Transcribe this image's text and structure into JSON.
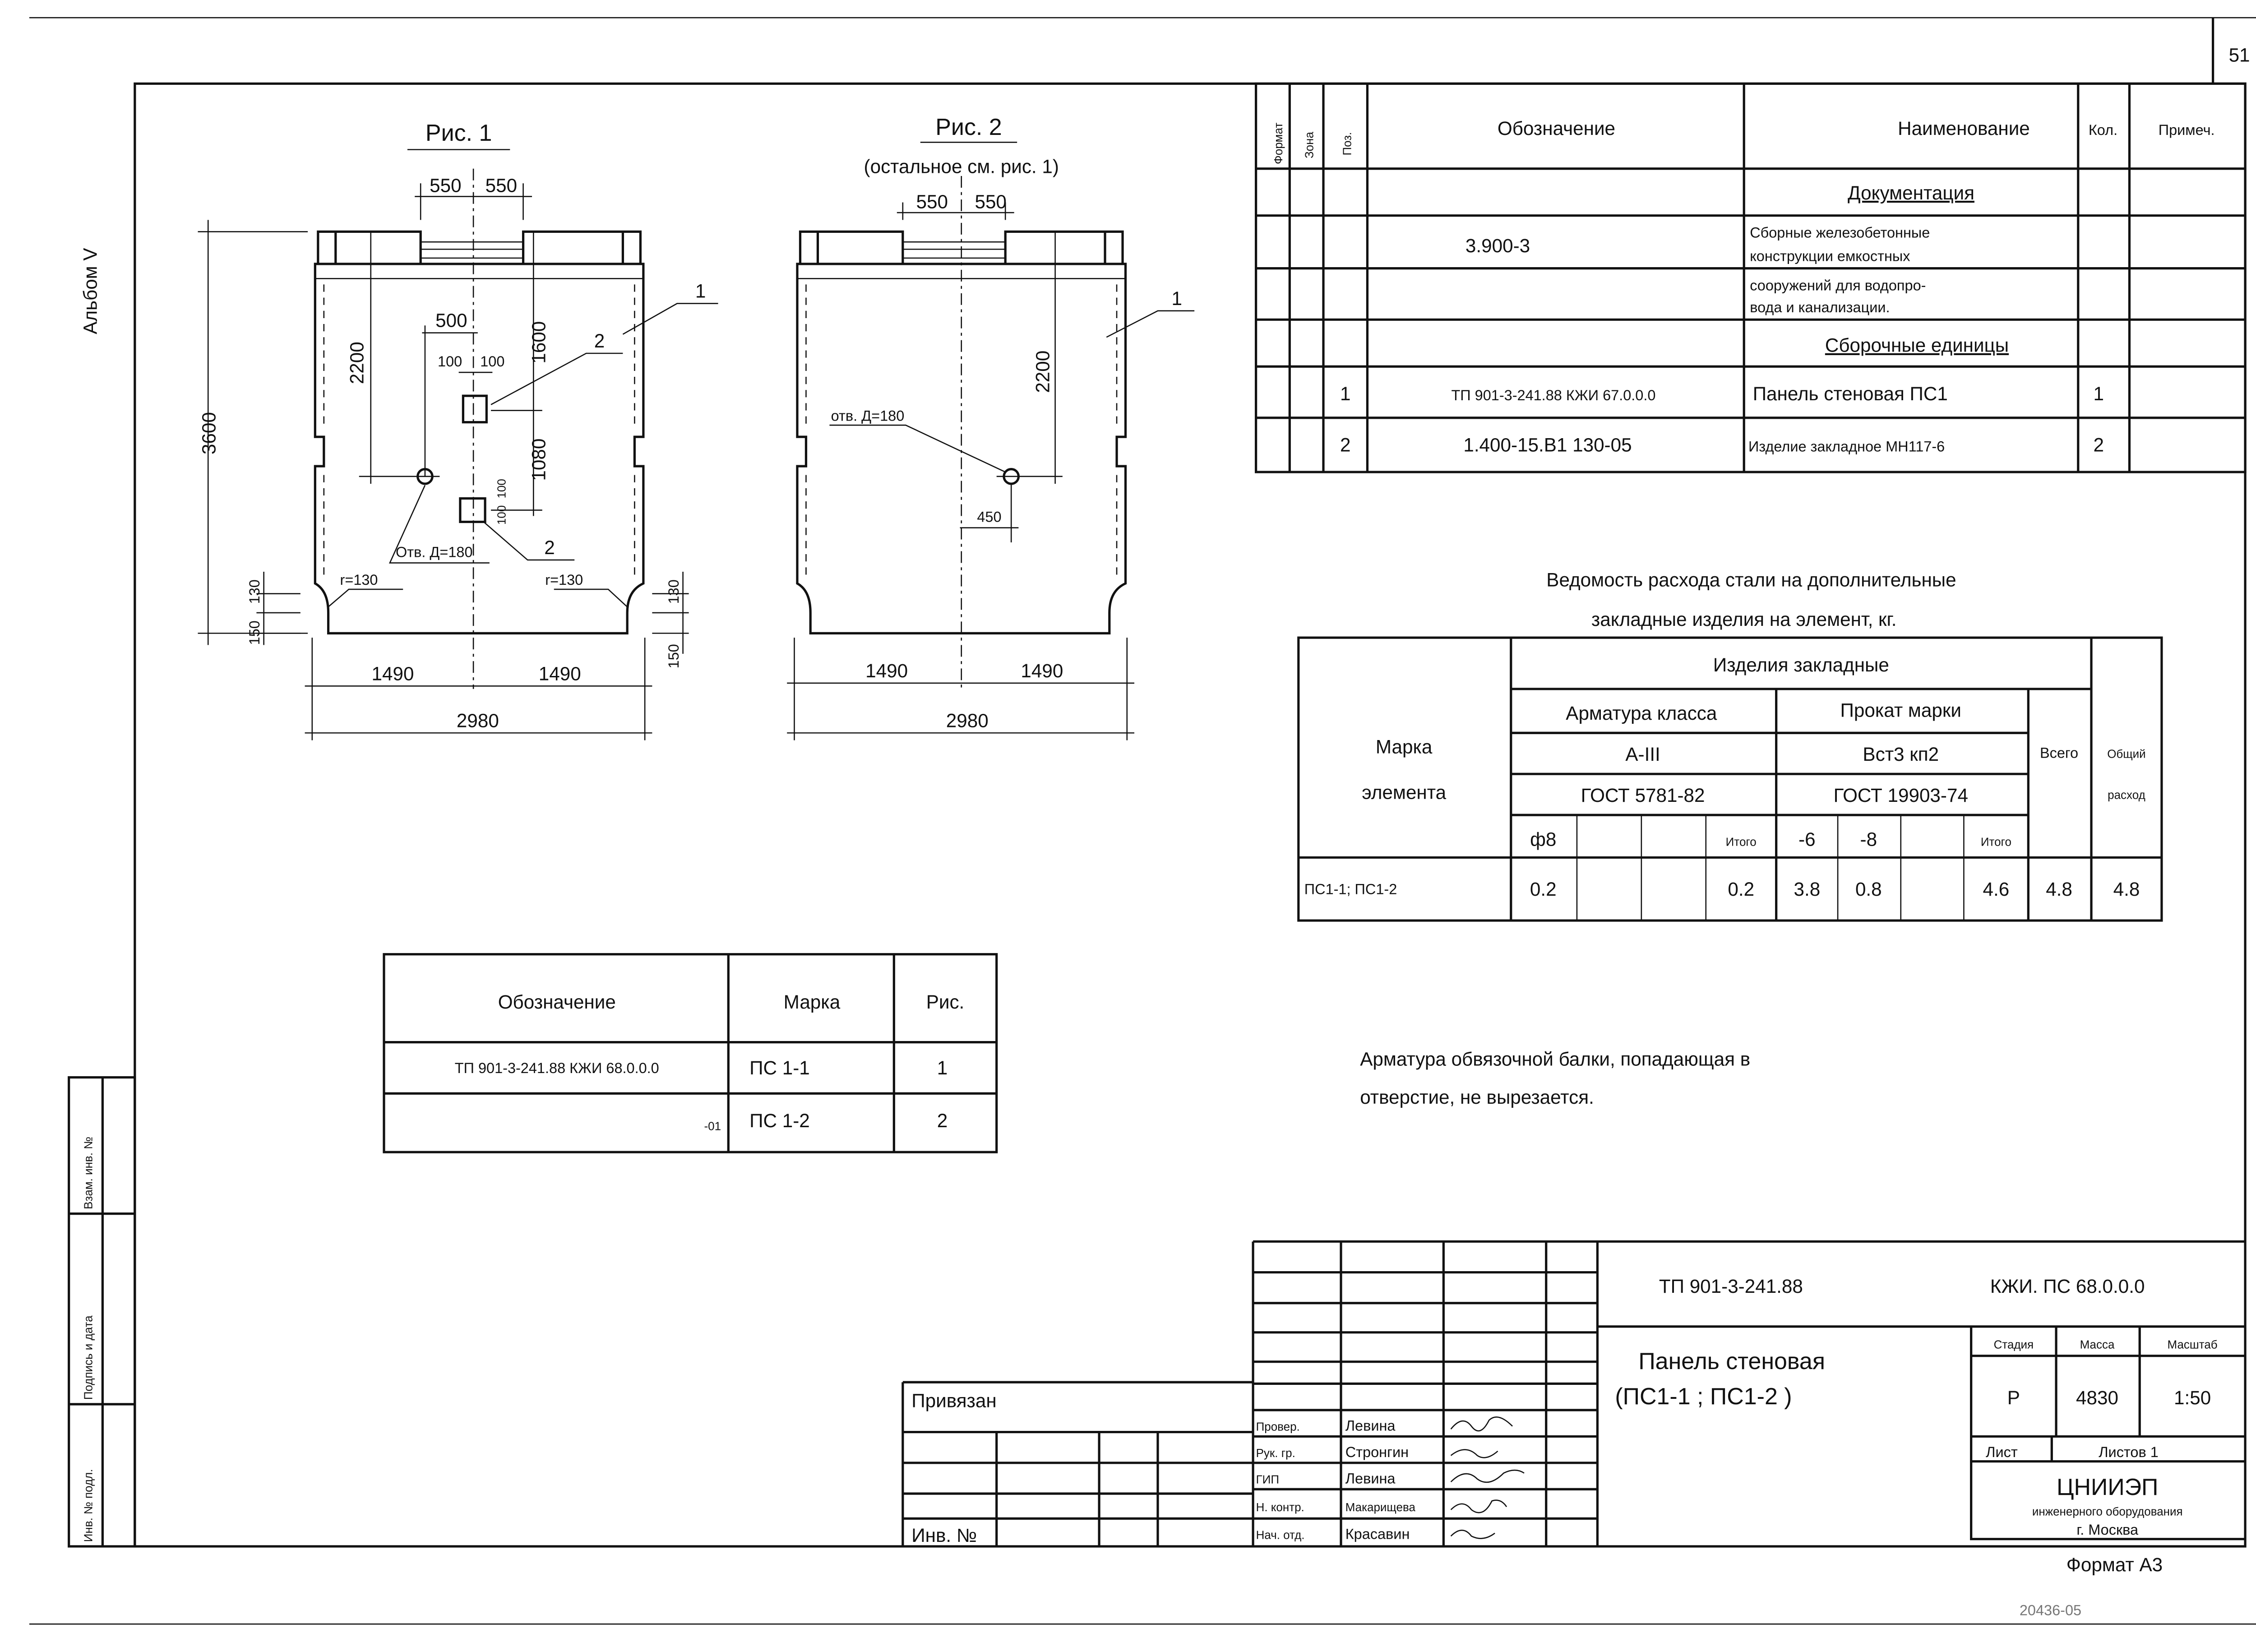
{
  "sheet": {
    "page_number": "51",
    "album": "Альбом V",
    "format": "Формат А3",
    "archive_number": "20436-05",
    "side_strip": [
      "Инв. № подл.",
      "Подпись и дата",
      "Взам. инв. №"
    ]
  },
  "fig1": {
    "title": "Рис. 1",
    "dims": {
      "top_left": "550",
      "top_right": "550",
      "height": "3600",
      "d2200": "2200",
      "d1600": "1600",
      "d500": "500",
      "d100a": "100",
      "d100b": "100",
      "d1080": "1080",
      "d100c": "100",
      "d100d": "100",
      "left130": "130",
      "left150": "150",
      "right130": "130",
      "right150": "150",
      "bot_left": "1490",
      "bot_right": "1490",
      "total": "2980"
    },
    "labels": {
      "pos1": "1",
      "pos2a": "2",
      "pos2b": "2",
      "hole": "Отв. Д=180",
      "r_left": "r=130",
      "r_right": "r=130"
    }
  },
  "fig2": {
    "title": "Рис. 2",
    "subtitle": "(остальное см. рис. 1)",
    "dims": {
      "top_left": "550",
      "top_right": "550",
      "d2200": "2200",
      "d450": "450",
      "bot_left": "1490",
      "bot_right": "1490",
      "total": "2980"
    },
    "labels": {
      "pos1": "1",
      "hole": "отв. Д=180"
    }
  },
  "spec_table": {
    "headers": [
      "Формат",
      "Зона",
      "Поз.",
      "Обозначение",
      "Наименование",
      "Кол.",
      "Примеч."
    ],
    "section_docs": "Документация",
    "doc_designation": "3.900-3",
    "doc_name_lines": [
      "Сборные железобетонные",
      "конструкции емкостных",
      "сооружений для водопро-",
      "вода и канализации."
    ],
    "section_assembly": "Сборочные единицы",
    "rows": [
      {
        "pos": "1",
        "designation": "ТП 901-3-241.88 КЖИ 67.0.0.0",
        "name": "Панель стеновая ПС1",
        "qty": "1"
      },
      {
        "pos": "2",
        "designation": "1.400-15.В1 130-05",
        "name": "Изделие закладное МН117-6",
        "qty": "2"
      }
    ]
  },
  "steel": {
    "title_lines": [
      "Ведомость расхода стали на дополнительные",
      "закладные изделия на элемент, кг."
    ],
    "col_mark": [
      "Марка",
      "элемента"
    ],
    "group": "Изделия закладные",
    "rebar": {
      "label": "Арматура класса",
      "class": "А-III",
      "gost": "ГОСТ 5781-82"
    },
    "rolled": {
      "label": "Прокат марки",
      "grade": "Вст3 кп2",
      "gost": "ГОСТ 19903-74"
    },
    "total": "Всего",
    "overall": [
      "Общий",
      "расход"
    ],
    "subcols": [
      "ф8",
      "",
      "",
      "Итого",
      "-6",
      "-8",
      "",
      "Итого"
    ],
    "row": {
      "mark": "ПС1-1; ПС1-2",
      "values": [
        "0.2",
        "",
        "",
        "0.2",
        "3.8",
        "0.8",
        "",
        "4.6"
      ],
      "total": "4.8",
      "overall": "4.8"
    }
  },
  "marks_table": {
    "headers": [
      "Обозначение",
      "Марка",
      "Рис."
    ],
    "rows": [
      {
        "designation": "ТП 901-3-241.88 КЖИ 68.0.0.0",
        "mark": "ПС 1-1",
        "fig": "1"
      },
      {
        "designation": "-01",
        "mark": "ПС 1-2",
        "fig": "2"
      }
    ]
  },
  "note": [
    "Арматура обвязочной балки, попадающая в",
    "отверстие, не вырезается."
  ],
  "title_block": {
    "designation": "ТП 901-3-241.88",
    "code": "КЖИ. ПС 68.0.0.0",
    "name_lines": [
      "Панель стеновая",
      "(ПС1-1 ; ПС1-2 )"
    ],
    "stage_label": "Стадия",
    "mass_label": "Масса",
    "scale_label": "Масштаб",
    "stage": "Р",
    "mass": "4830",
    "scale": "1:50",
    "sheet_label": "Лист",
    "sheets_label": "Листов 1",
    "org": "ЦНИИЭП",
    "org_sub": "инженерного оборудования",
    "city": "г. Москва",
    "bound": "Привязан",
    "inv": "Инв. №",
    "signers": [
      {
        "role": "Провер.",
        "name": "Левина"
      },
      {
        "role": "Рук. гр.",
        "name": "Стронгин"
      },
      {
        "role": "ГИП",
        "name": "Левина"
      },
      {
        "role": "Н. контр.",
        "name": "Макарищева"
      },
      {
        "role": "Нач. отд.",
        "name": "Красавин"
      }
    ]
  }
}
